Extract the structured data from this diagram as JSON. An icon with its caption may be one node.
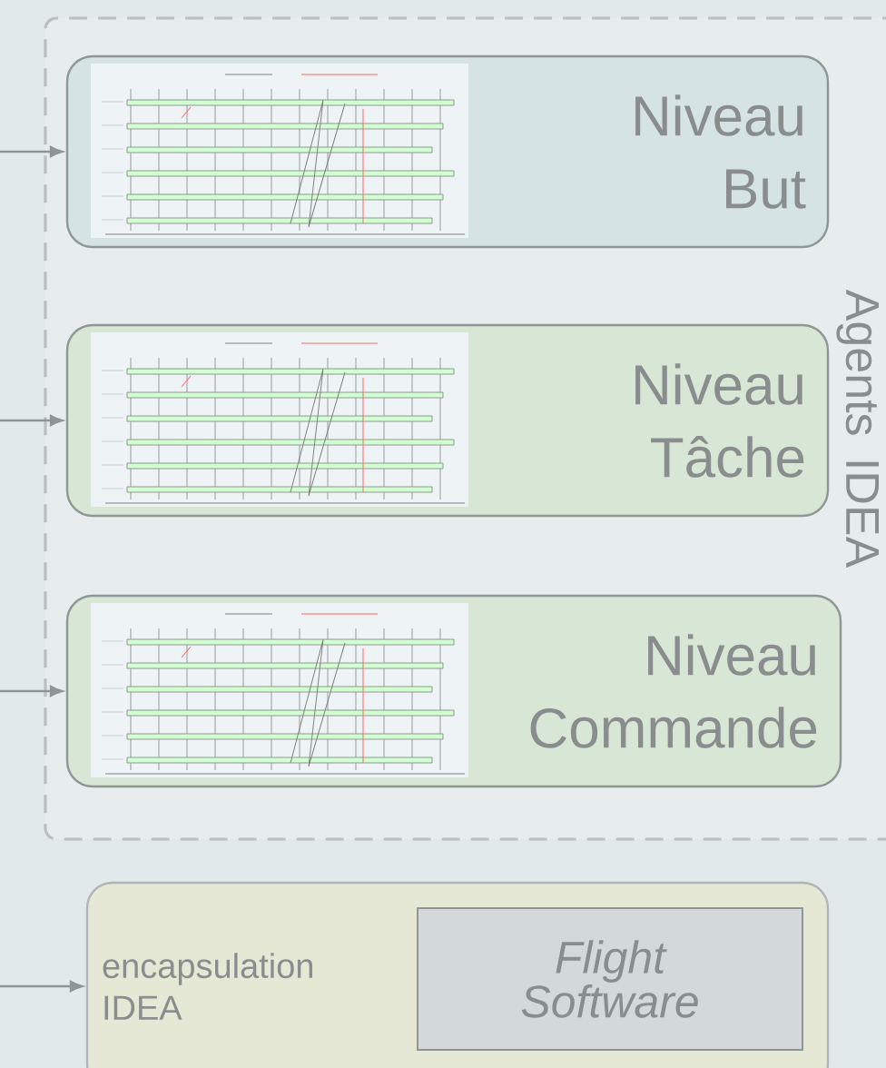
{
  "diagram": {
    "nodes": [
      {
        "text": [
          "Agents IDEA"
        ]
      },
      {
        "text": [
          "Niveau But"
        ],
        "in": 0
      },
      {
        "text": [
          "Niveau Tâche"
        ],
        "in": 0
      },
      {
        "text": [
          "Niveau Commande"
        ],
        "in": 0
      },
      {
        "text": [
          "encapsulation IDEA"
        ]
      },
      {
        "text": [
          "Flight Software"
        ],
        "in": 4
      }
    ],
    "edges": [
      {
        "from": null,
        "to": 1,
        "arrow": "to"
      },
      {
        "from": null,
        "to": 2,
        "arrow": "to"
      },
      {
        "from": null,
        "to": 3,
        "arrow": "to"
      },
      {
        "from": null,
        "to": 4,
        "arrow": "to"
      }
    ]
  }
}
